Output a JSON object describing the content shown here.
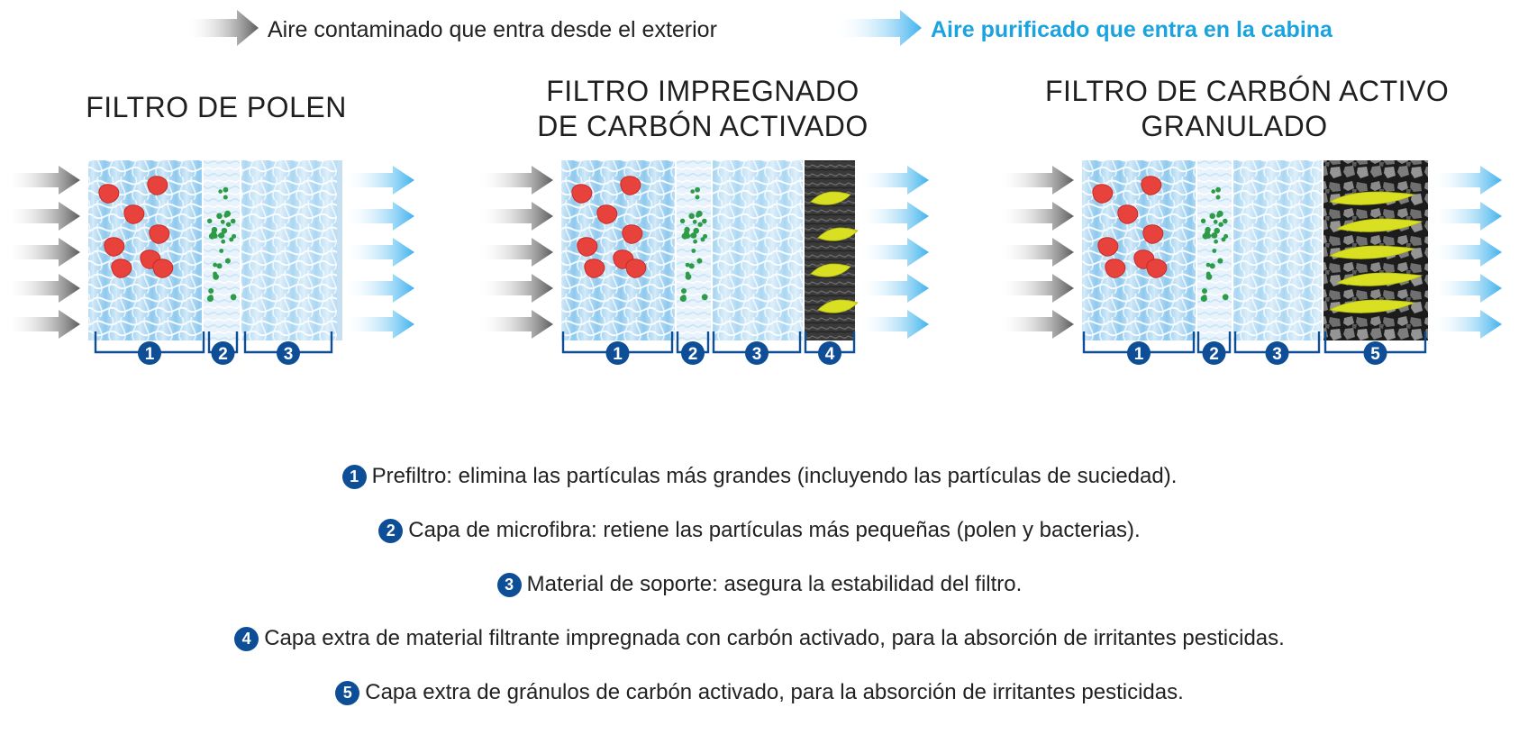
{
  "legend": {
    "incoming_label": "Aire contaminado que entra desde el exterior",
    "outgoing_label": "Aire purificado que entra en la cabina",
    "incoming_icon": "gray-arrow-icon",
    "outgoing_icon": "blue-arrow-icon"
  },
  "colors": {
    "incoming_arrow": "#6e6e6e",
    "outgoing_arrow": "#4fb8ef",
    "bracket": "#0d4e96",
    "badge": "#0d4e96",
    "outgoing_text": "#1ba3e0",
    "particle": "#e8423c",
    "pollen": "#2e9b48",
    "gas": "#d9e021"
  },
  "panels": [
    {
      "title_line1": "FILTRO DE POLEN",
      "title_line2": "",
      "layers": [
        "1",
        "2",
        "3"
      ]
    },
    {
      "title_line1": "FILTRO IMPREGNADO",
      "title_line2": "DE CARBÓN ACTIVADO",
      "layers": [
        "1",
        "2",
        "3",
        "4"
      ]
    },
    {
      "title_line1": "FILTRO DE CARBÓN ACTIVO",
      "title_line2": "GRANULADO",
      "layers": [
        "1",
        "2",
        "3",
        "5"
      ]
    }
  ],
  "descriptions": [
    {
      "num": "1",
      "text": "Prefiltro: elimina las partículas más grandes (incluyendo las partículas de suciedad)."
    },
    {
      "num": "2",
      "text": "Capa de microfibra: retiene las partículas más pequeñas (polen y bacterias)."
    },
    {
      "num": "3",
      "text": "Material de soporte: asegura la estabilidad del filtro."
    },
    {
      "num": "4",
      "text": "Capa extra de material filtrante impregnada con carbón activado, para la absorción de irritantes pesticidas."
    },
    {
      "num": "5",
      "text": "Capa extra de gránulos de carbón activado, para la absorción de irritantes pesticidas."
    }
  ]
}
